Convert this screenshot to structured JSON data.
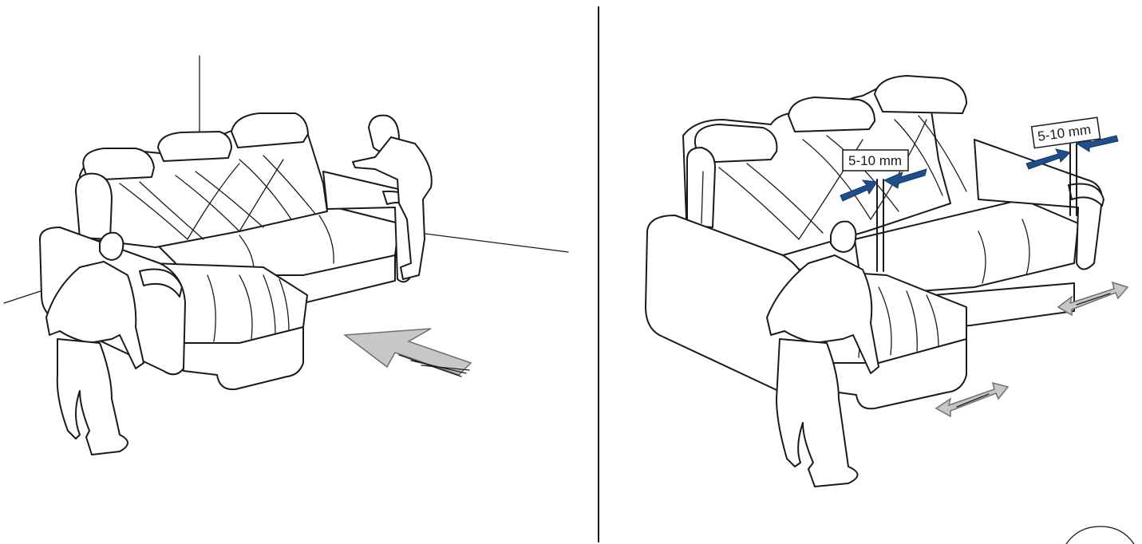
{
  "figure": {
    "panels": [
      {
        "id": "left",
        "illustration": "two-people-pushing-chaise-module-against-sofa"
      },
      {
        "id": "right",
        "illustration": "aligning-modules-with-gap"
      }
    ],
    "gap_labels": [
      "5-10 mm",
      "5-10 mm"
    ],
    "colors": {
      "line": "#1a1a1a",
      "gap_arrow": "#1f4e8c",
      "push_arrow": "#c7c7c7",
      "adjust_arrow": "#c7c7c7"
    }
  }
}
